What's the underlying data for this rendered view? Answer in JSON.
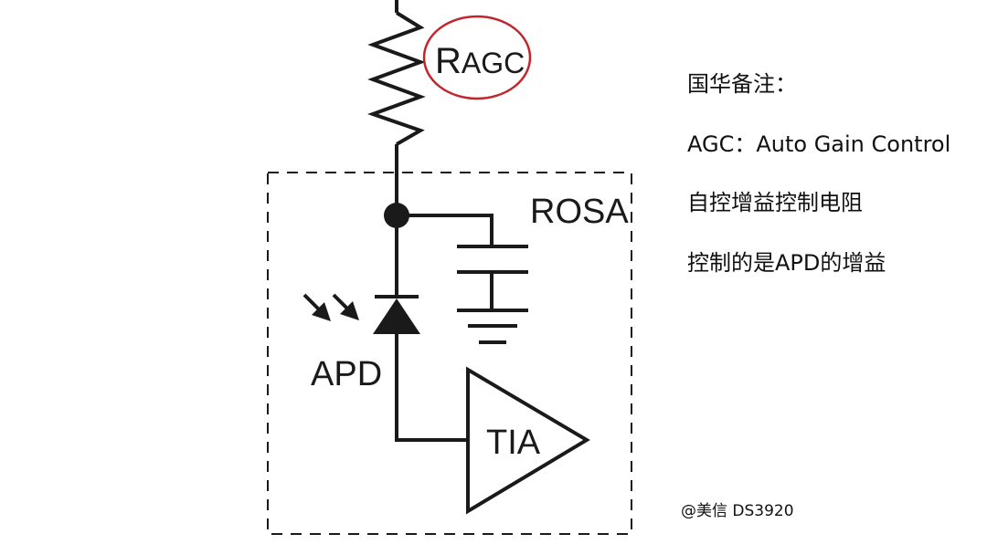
{
  "diagram": {
    "resistor_label_main": "R",
    "resistor_label_sub": "AGC",
    "rosa_label": "ROSA",
    "apd_label": "APD",
    "tia_label": "TIA",
    "highlight_color": "#c0272d",
    "line_color": "#1a1a1a"
  },
  "notes": {
    "title": "国华备注：",
    "agc_definition": "AGC：Auto Gain Control",
    "agc_chinese": "自控增益控制电阻",
    "controls": "控制的是APD的增益"
  },
  "watermark": "@美信 DS3920"
}
